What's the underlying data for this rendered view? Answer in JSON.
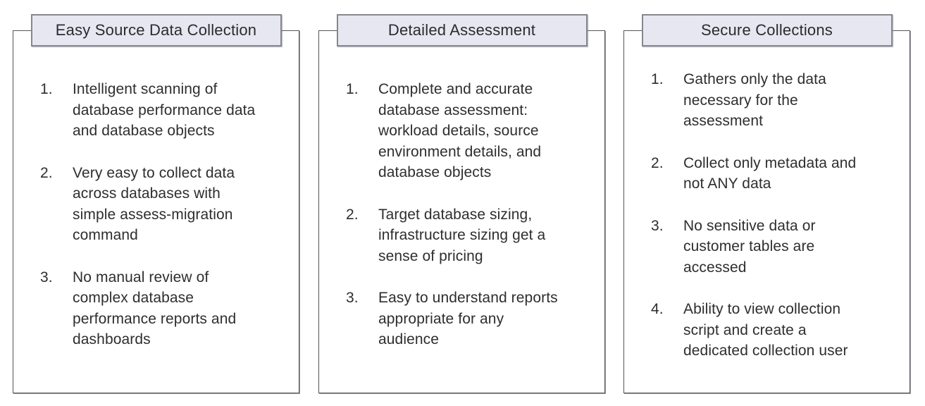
{
  "colors": {
    "background": "#ffffff",
    "title_fill": "#e7e7f1",
    "title_border": "#86868e",
    "box_border": "#55555c",
    "text": "#2e2e31"
  },
  "panels": [
    {
      "title": "Easy Source Data Collection",
      "items": [
        "Intelligent scanning of\ndatabase performance data\nand database objects",
        "Very easy to collect data\nacross databases with\nsimple assess-migration\ncommand",
        "No manual review of\ncomplex database\nperformance reports and\ndashboards"
      ]
    },
    {
      "title": "Detailed Assessment",
      "items": [
        "Complete and accurate\ndatabase assessment:\nworkload details, source\nenvironment details, and\ndatabase objects",
        "Target database sizing,\ninfrastructure sizing get a\nsense of pricing",
        "Easy to understand reports\nappropriate for any\naudience"
      ]
    },
    {
      "title": "Secure Collections",
      "items": [
        "Gathers only the data\nnecessary for the\nassessment",
        "Collect only metadata and\nnot ANY data",
        "No sensitive data or\ncustomer tables are\naccessed",
        "Ability to view collection\nscript and create a\ndedicated collection user"
      ]
    }
  ]
}
